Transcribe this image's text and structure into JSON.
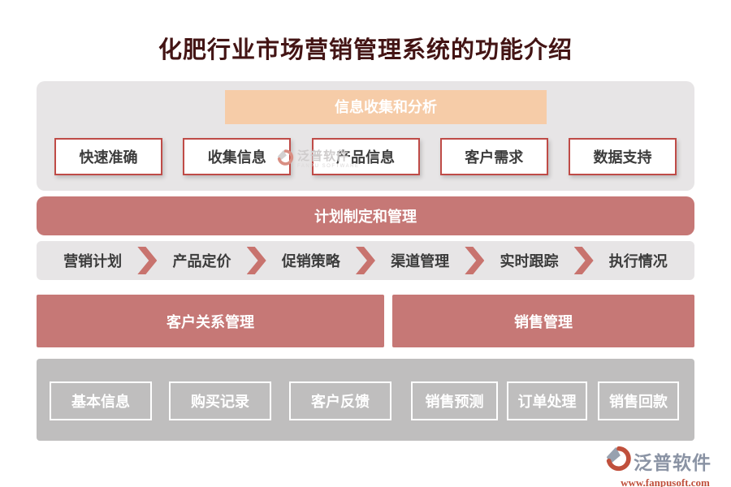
{
  "page": {
    "title": "化肥行业市场营销管理系统的功能介绍"
  },
  "colors": {
    "title": "#431414",
    "rose": "#c67876",
    "peach": "#f6cca8",
    "panel_light": "#e7e5e6",
    "panel_dark": "#bfbebe",
    "box_border": "#bf4b47",
    "box_text": "#3c3c3c",
    "chevron": "#c8736e",
    "brand_gray": "#8a93a4",
    "brand_red": "#c0503c"
  },
  "info_section": {
    "header": "信息收集和分析",
    "boxes": [
      {
        "label": "快速准确"
      },
      {
        "label": "收集信息"
      },
      {
        "label": "产品信息"
      },
      {
        "label": "客户需求"
      },
      {
        "label": "数据支持"
      }
    ]
  },
  "plan_section": {
    "header": "计划制定和管理",
    "steps": [
      {
        "label": "营销计划"
      },
      {
        "label": "产品定价"
      },
      {
        "label": "促销策略"
      },
      {
        "label": "渠道管理"
      },
      {
        "label": "实时跟踪"
      },
      {
        "label": "执行情况"
      }
    ]
  },
  "crm_section": {
    "header": "客户关系管理",
    "boxes": [
      {
        "label": "基本信息"
      },
      {
        "label": "购买记录"
      },
      {
        "label": "客户反馈"
      }
    ]
  },
  "sales_section": {
    "header": "销售管理",
    "boxes": [
      {
        "label": "销售预测"
      },
      {
        "label": "订单处理"
      },
      {
        "label": "销售回款"
      }
    ]
  },
  "watermark": {
    "brand": "泛普软件",
    "brand_sub": "FANPU SOFTWARE"
  },
  "footer": {
    "brand": "泛普软件",
    "url": "www.fanpusoft.com"
  }
}
